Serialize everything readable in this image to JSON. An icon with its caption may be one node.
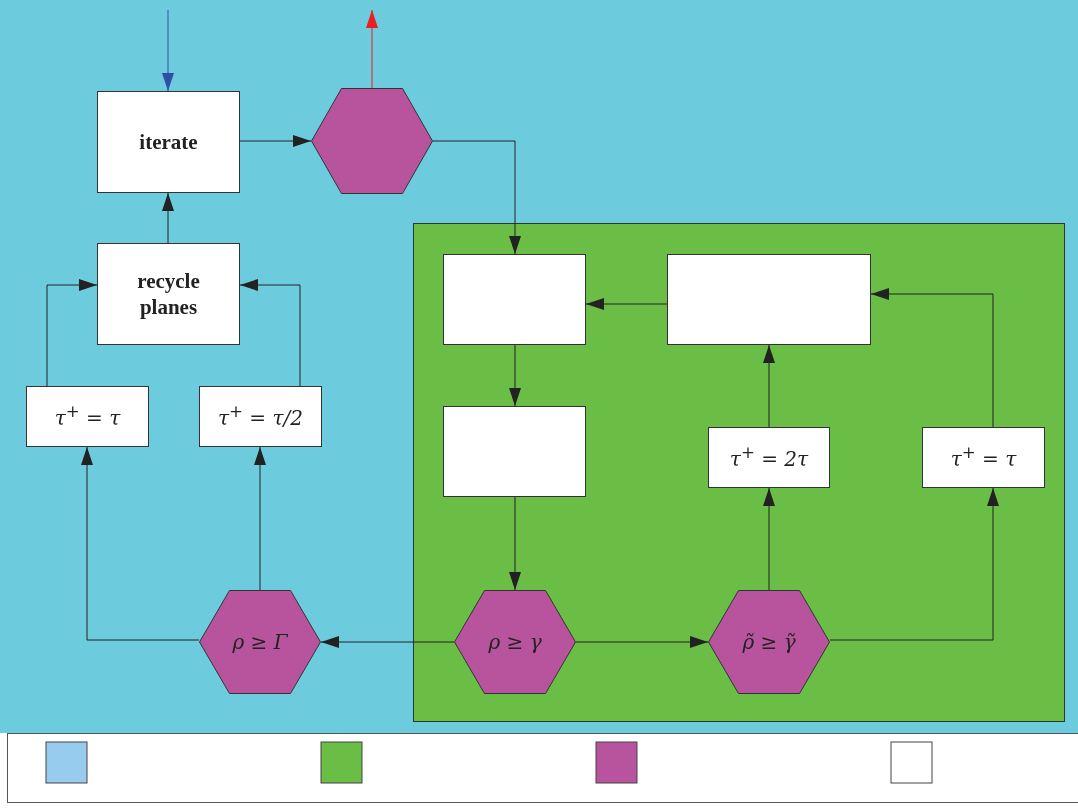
{
  "diagram": {
    "nodes": [
      {
        "text": [
          "iterate"
        ]
      },
      {
        "text": [],
        "shape": "hexagon"
      },
      {
        "text": [
          "recycle planes"
        ]
      },
      {
        "text": [
          "τ$^{+}$ = τ"
        ]
      },
      {
        "text": [
          "τ$^{+}$ = τ/2"
        ]
      },
      {
        "text": [
          "ρ ≥ Γ"
        ]
      },
      {
        "text": [],
        "shape": "box"
      },
      {
        "text": [],
        "shape": "box",
        "in": 6
      },
      {
        "text": [],
        "shape": "box",
        "in": 6
      },
      {
        "text": [],
        "shape": "box",
        "in": 6
      },
      {
        "text": [
          "τ$^{+}$ = 2τ"
        ],
        "in": 6
      },
      {
        "text": [
          "τ$^{+}$ = τ"
        ],
        "in": 6
      },
      {
        "text": [
          "ρ ≥ γ"
        ],
        "in": 6
      },
      {
        "text": [
          "ρ̃ ≥ γ̃"
        ],
        "in": 6
      }
    ],
    "edges": [
      {
        "from": null,
        "to": 0,
        "arrow": "to",
        "color": "#3050a8"
      },
      {
        "from": 1,
        "to": null,
        "arrow": "to",
        "color": "#e82020"
      },
      {
        "from": 0,
        "to": 1,
        "arrow": "to"
      },
      {
        "from": 1,
        "to": 7,
        "arrow": "to"
      },
      {
        "from": 2,
        "to": 0,
        "arrow": "to"
      },
      {
        "from": 3,
        "to": 2,
        "arrow": "to"
      },
      {
        "from": 4,
        "to": 2,
        "arrow": "to"
      },
      {
        "from": 5,
        "to": 3,
        "arrow": "to"
      },
      {
        "from": 5,
        "to": 4,
        "arrow": "to"
      },
      {
        "from": 12,
        "to": 5,
        "arrow": "to"
      },
      {
        "from": 7,
        "to": 9,
        "arrow": "to"
      },
      {
        "from": 9,
        "to": 12,
        "arrow": "to"
      },
      {
        "from": 8,
        "to": 7,
        "arrow": "to"
      },
      {
        "from": 10,
        "to": 8,
        "arrow": "to"
      },
      {
        "from": 11,
        "to": 8,
        "arrow": "to"
      },
      {
        "from": 12,
        "to": 13,
        "arrow": "to"
      },
      {
        "from": 13,
        "to": 10,
        "arrow": "to"
      },
      {
        "from": 13,
        "to": 11,
        "arrow": "to"
      }
    ]
  }
}
